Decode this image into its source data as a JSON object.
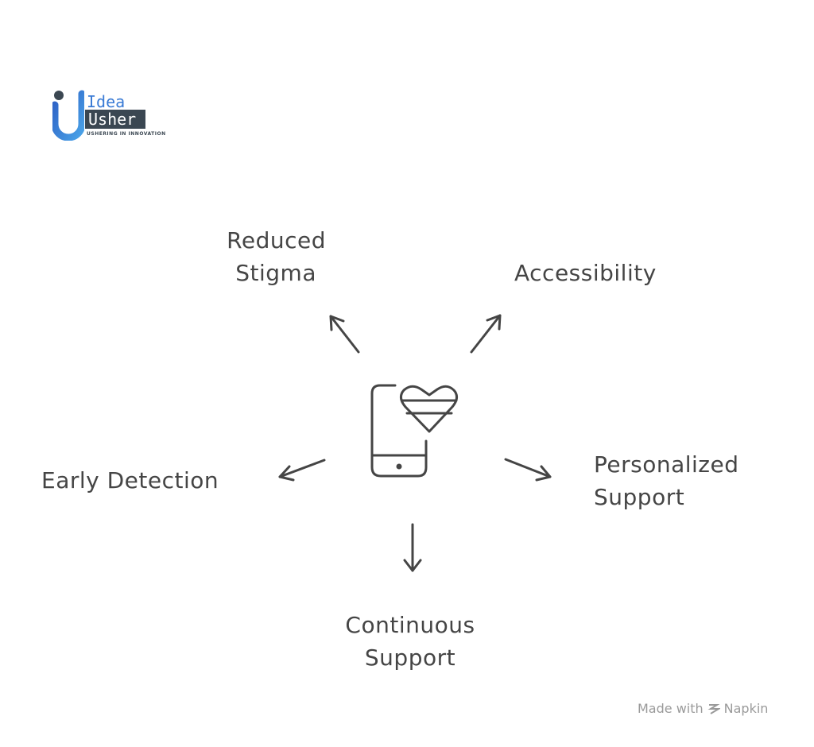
{
  "logo": {
    "line1": "Idea",
    "line2": "Usher",
    "tagline": "USHERING IN INNOVATION"
  },
  "center_icon": "phone-heart-icon",
  "labels": {
    "reduced_stigma": [
      "Reduced",
      "Stigma"
    ],
    "accessibility": [
      "Accessibility"
    ],
    "early_detection": [
      "Early Detection"
    ],
    "personalized_support": [
      "Personalized",
      "Support"
    ],
    "continuous_support": [
      "Continuous",
      "Support"
    ]
  },
  "footer": {
    "prefix": "Made with",
    "brand": "Napkin"
  },
  "colors": {
    "ink": "#454545",
    "logo_blue": "#3a7bd5",
    "logo_dark": "#3b4752"
  }
}
